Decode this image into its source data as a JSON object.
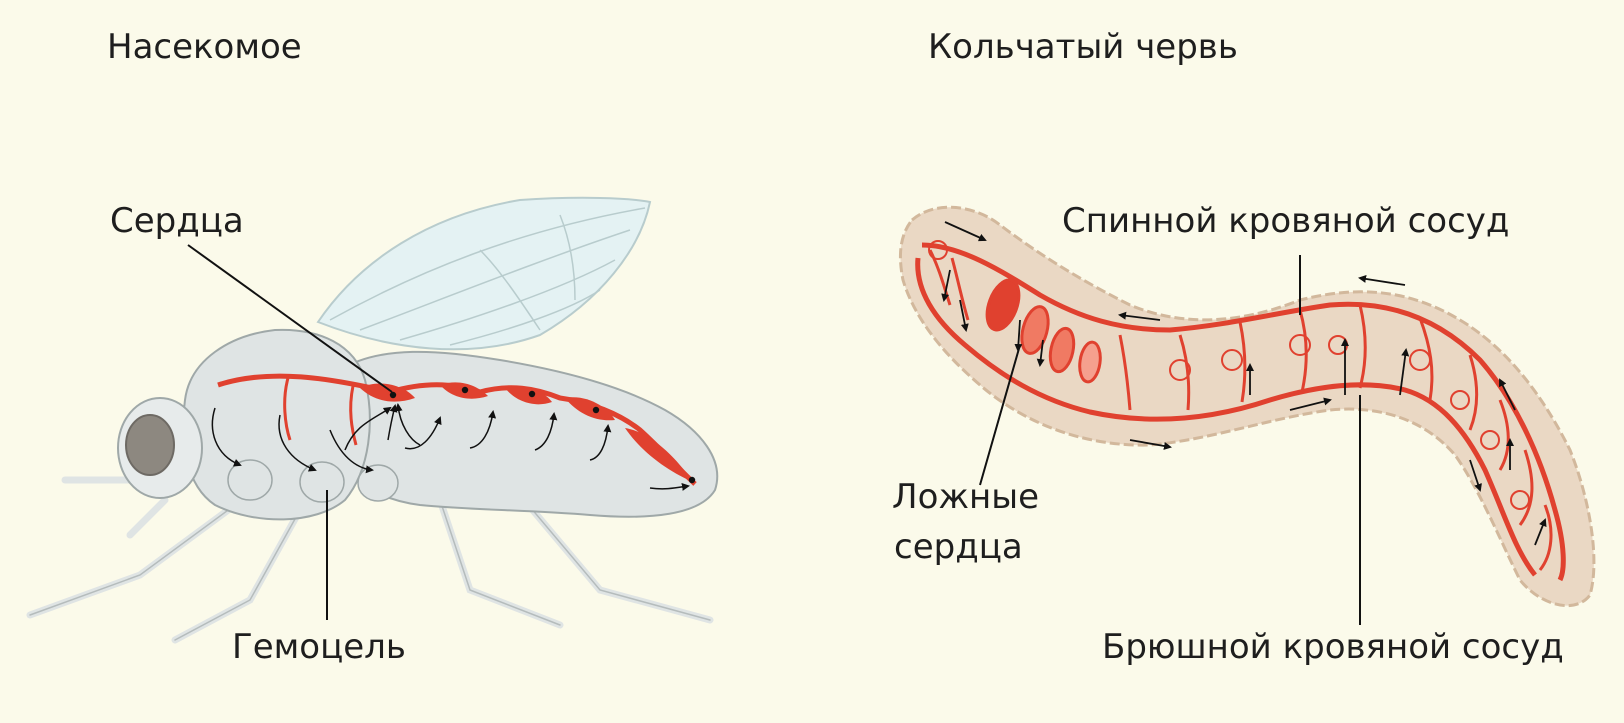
{
  "panels": {
    "insect": {
      "title": "Насекомое",
      "labels": {
        "hearts": "Сердца",
        "hemocoel": "Гемоцель"
      }
    },
    "worm": {
      "title": "Кольчатый червь",
      "labels": {
        "dorsal_vessel": "Спинной кровяной сосуд",
        "false_hearts_line1": "Ложные",
        "false_hearts_line2": "сердца",
        "ventral_vessel": "Брюшной кровяной сосуд"
      }
    }
  },
  "colors": {
    "background": "#fbfaea",
    "vessel_red": "#e0412f",
    "body_gray": "#dfe4e4",
    "worm_skin": "#ead8c4",
    "wing": "#e4f2f3",
    "text": "#1e1e1e"
  }
}
